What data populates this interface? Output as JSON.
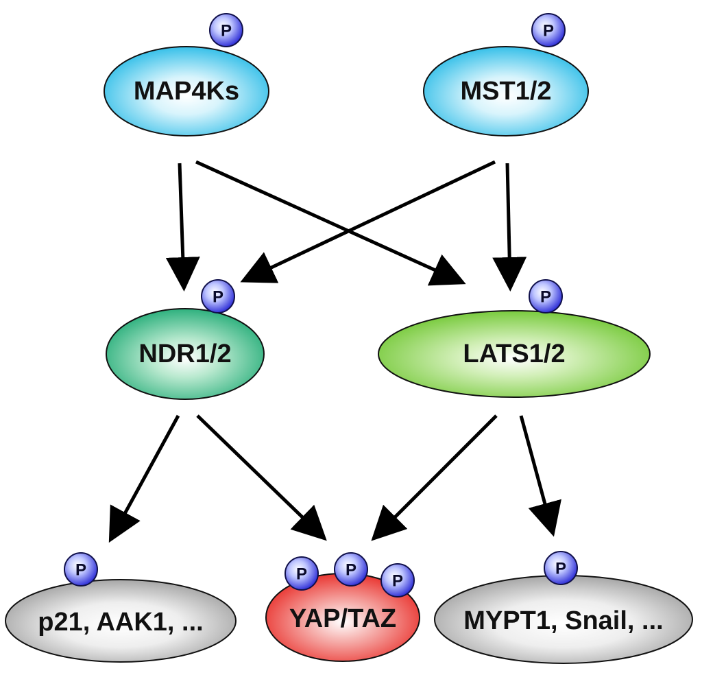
{
  "nodes": {
    "map4ks": {
      "label": "MAP4Ks",
      "phospho": [
        "P"
      ]
    },
    "mst12": {
      "label": "MST1/2",
      "phospho": [
        "P"
      ]
    },
    "ndr12": {
      "label": "NDR1/2",
      "phospho": [
        "P"
      ]
    },
    "lats12": {
      "label": "LATS1/2",
      "phospho": [
        "P"
      ]
    },
    "p21": {
      "label": "p21, AAK1, ...",
      "phospho": [
        "P"
      ]
    },
    "yaptaz": {
      "label": "YAP/TAZ",
      "phospho": [
        "P",
        "P",
        "P"
      ]
    },
    "mypt1": {
      "label": "MYPT1, Snail, ...",
      "phospho": [
        "P"
      ]
    }
  },
  "edges": [
    {
      "from": "map4ks",
      "to": "ndr12"
    },
    {
      "from": "map4ks",
      "to": "lats12"
    },
    {
      "from": "mst12",
      "to": "ndr12"
    },
    {
      "from": "mst12",
      "to": "lats12"
    },
    {
      "from": "ndr12",
      "to": "p21"
    },
    {
      "from": "ndr12",
      "to": "yaptaz"
    },
    {
      "from": "lats12",
      "to": "yaptaz"
    },
    {
      "from": "lats12",
      "to": "mypt1"
    }
  ],
  "colors": {
    "cyan": "#1fb8e6",
    "teal_green": "#1aa872",
    "lime_green": "#6cc52c",
    "red": "#e8241f",
    "gray": "#8c8c8c",
    "phospho_blue": "#2a2ad6"
  }
}
